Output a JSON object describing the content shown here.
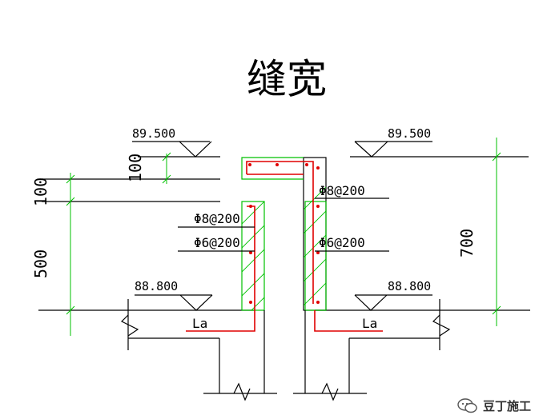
{
  "diagram": {
    "title": "缝宽",
    "top_elevation_left": "89.500",
    "top_elevation_right": "89.500",
    "bottom_elevation_left": "88.800",
    "bottom_elevation_right": "88.800",
    "dim_100_upper": "100",
    "dim_100_lower": "100",
    "dim_500": "500",
    "dim_700": "700",
    "rebar_left_upper": "Φ8@200",
    "rebar_left_lower": "Φ6@200",
    "rebar_right_upper": "Φ8@200",
    "rebar_right_lower": "Φ6@200",
    "anchor_left": "La",
    "anchor_right": "La"
  },
  "watermark": {
    "text": "豆丁施工",
    "icon": "wechat-bubble-icon"
  },
  "colors": {
    "line": "#000000",
    "dimension": "#00c000",
    "rebar": "#e00000"
  }
}
